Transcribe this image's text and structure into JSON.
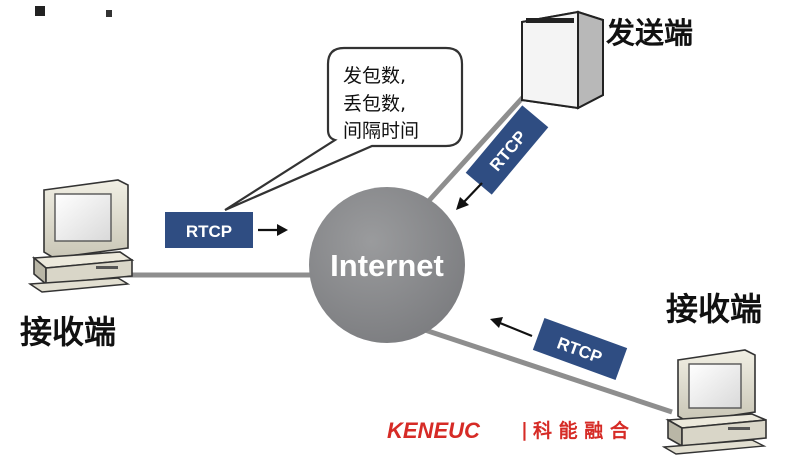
{
  "internet": {
    "label": "Internet"
  },
  "sender": {
    "label": "发送端"
  },
  "receiver_left": {
    "label": "接收端"
  },
  "receiver_right": {
    "label": "接收端"
  },
  "rtcp_labels": [
    "RTCP",
    "RTCP",
    "RTCP"
  ],
  "bubble": {
    "lines": [
      "发包数,",
      "丢包数,",
      "间隔时间"
    ]
  },
  "brand": {
    "logo_text": "KENEUC",
    "divider": "|",
    "name": "科 能 融 合"
  },
  "colors": {
    "rtcp_box": "#2f4d82",
    "internet": "#8a8b8d",
    "link_line": "#8e8e8e",
    "brand_red": "#d62b26"
  },
  "icons": {
    "sender": "server-tower-icon",
    "receiver_left": "desktop-computer-icon",
    "receiver_right": "desktop-computer-icon"
  }
}
